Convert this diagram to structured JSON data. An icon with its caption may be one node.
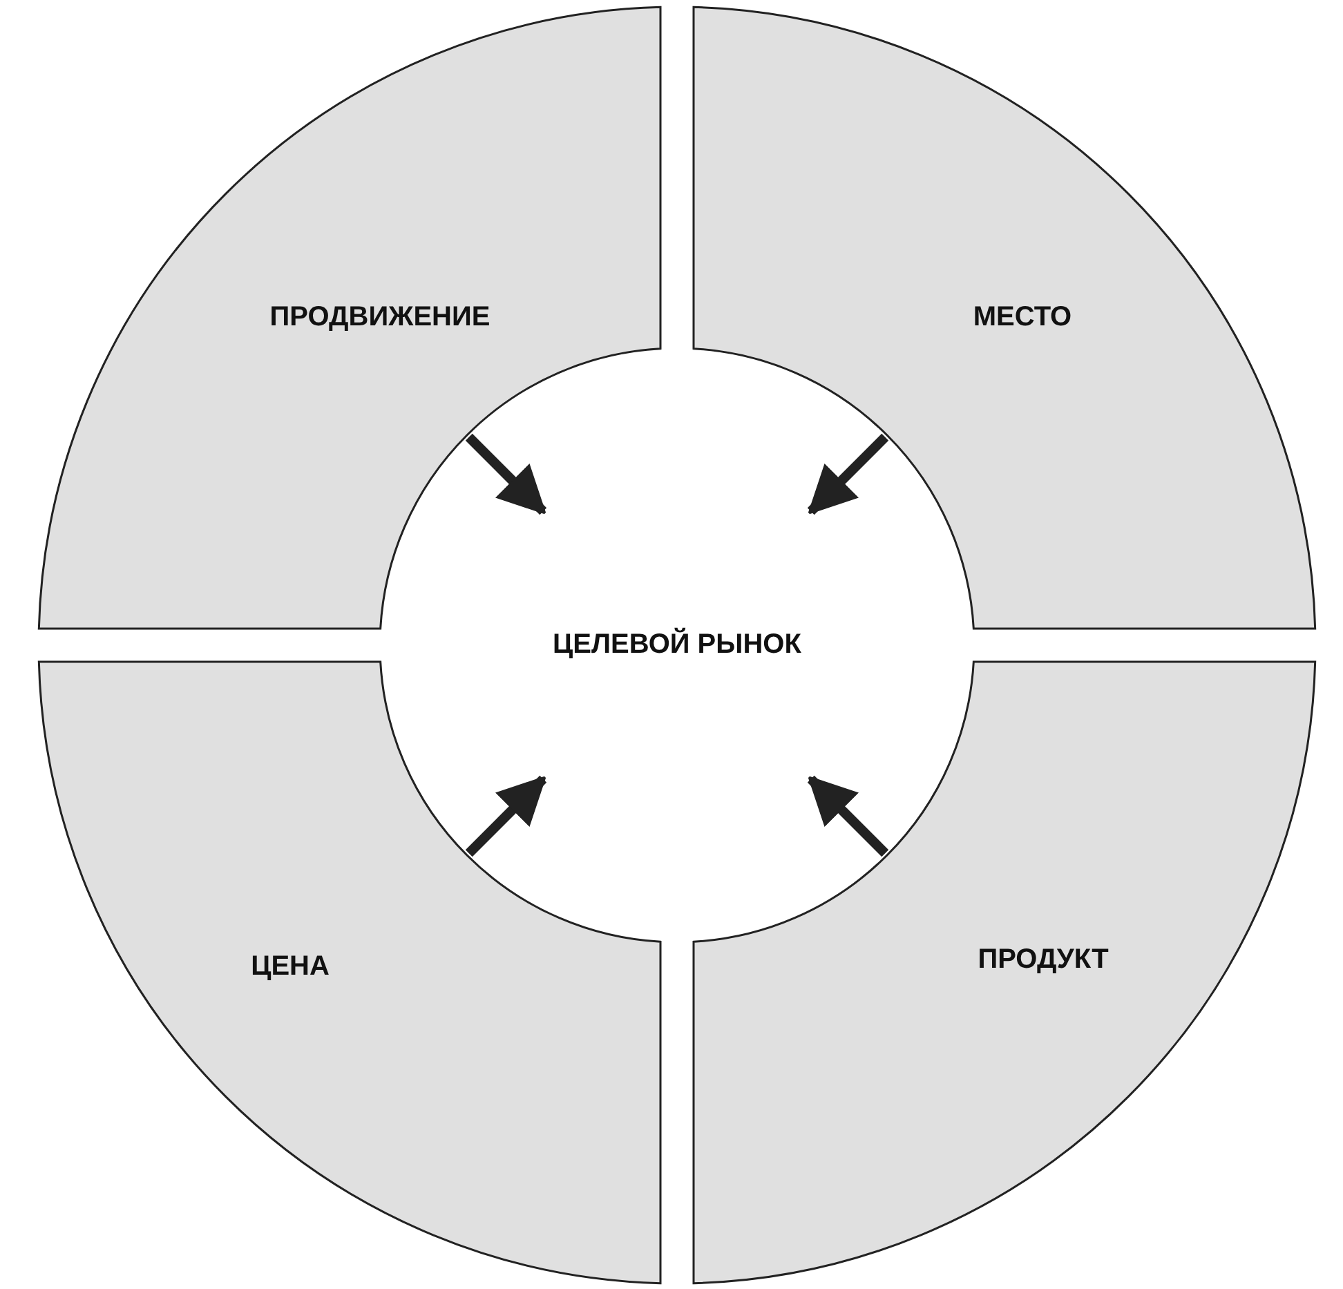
{
  "diagram": {
    "nodes": [
      {
        "text": [
          "ПРОДВИЖЕНИЕ"
        ]
      },
      {
        "text": [
          "МЕСТО"
        ]
      },
      {
        "text": [
          "ЦЕЛЕВОЙ РЫНОК"
        ]
      },
      {
        "text": [
          "ЦЕНА"
        ]
      },
      {
        "text": [
          "ПРОДУКТ"
        ]
      }
    ],
    "edges": [
      {
        "from": 0,
        "to": 2,
        "arrow": "to"
      },
      {
        "from": 1,
        "to": 2,
        "arrow": "to"
      },
      {
        "from": 3,
        "to": 2,
        "arrow": "to"
      },
      {
        "from": 4,
        "to": 2,
        "arrow": "to"
      }
    ]
  }
}
